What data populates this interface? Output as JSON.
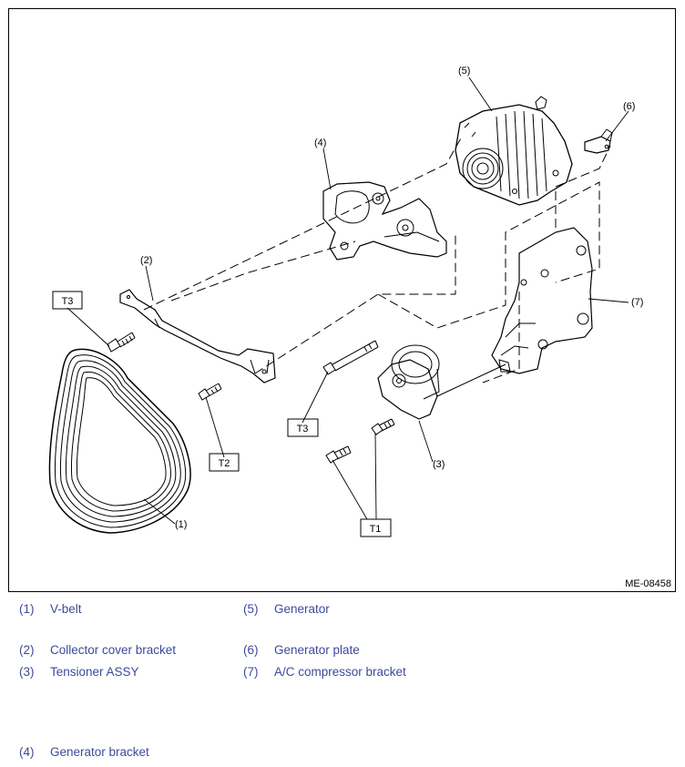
{
  "figure": {
    "id": "ME-08458",
    "callouts": {
      "c1": "(1)",
      "c2": "(2)",
      "c3": "(3)",
      "c4": "(4)",
      "c5": "(5)",
      "c6": "(6)",
      "c7": "(7)"
    },
    "torque_labels": {
      "t3_left": "T3",
      "t2": "T2",
      "t3_center": "T3",
      "t1": "T1"
    }
  },
  "legend": {
    "items": [
      {
        "num": "(1)",
        "label": "V-belt"
      },
      {
        "num": "(2)",
        "label": "Collector cover bracket"
      },
      {
        "num": "(3)",
        "label": "Tensioner ASSY"
      },
      {
        "num": "(4)",
        "label": "Generator bracket"
      },
      {
        "num": "(5)",
        "label": "Generator"
      },
      {
        "num": "(6)",
        "label": "Generator plate"
      },
      {
        "num": "(7)",
        "label": "A/C compressor bracket"
      }
    ]
  },
  "colors": {
    "legend_text": "#3d4a9a",
    "line_art": "#000000"
  }
}
